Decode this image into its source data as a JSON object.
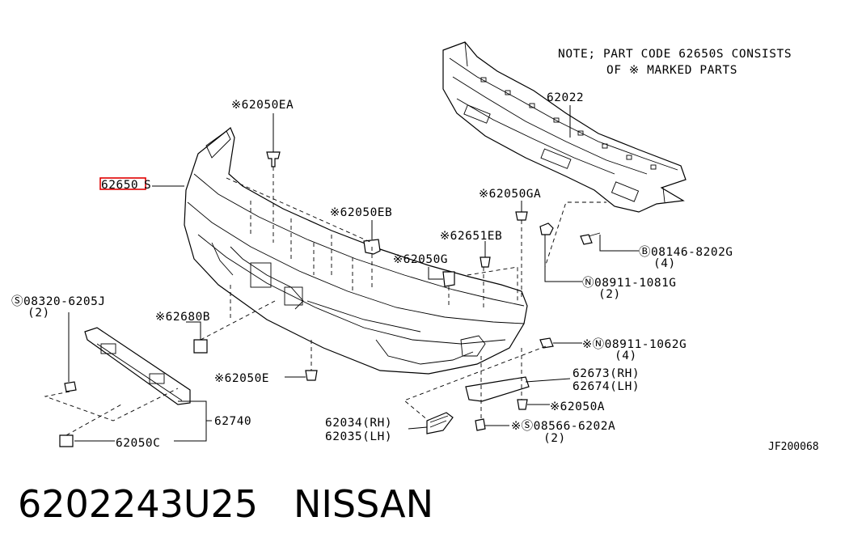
{
  "note": {
    "line1": "NOTE; PART CODE 62650S CONSISTS",
    "line2": "OF ※ MARKED PARTS"
  },
  "labels": {
    "p62022": "62022",
    "p62050EA": "※62050EA",
    "p62650S_hl": "62650",
    "p62650S_suffix": "S",
    "p62050EB": "※62050EB",
    "p62050GA": "※62050GA",
    "p62651EB": "※62651EB",
    "p62050G": "※62050G",
    "p08146": "Ⓑ08146-8202G",
    "p08146_qty": "(4)",
    "p08911_1081": "Ⓝ08911-1081G",
    "p08911_1081_qty": "(2)",
    "p08320": "Ⓢ08320-6205J",
    "p08320_qty": "(2)",
    "p62680B": "※62680B",
    "p08911_1062": "※Ⓝ08911-1062G",
    "p08911_1062_qty": "(4)",
    "p62050E": "※62050E",
    "p62673": "62673(RH)",
    "p62674": "62674(LH)",
    "p62050A": "※62050A",
    "p62740": "62740",
    "p62034": "62034(RH)",
    "p62035": "62035(LH)",
    "p08566": "※Ⓢ08566-6202A",
    "p08566_qty": "(2)",
    "p62050C": "62050C",
    "drawing_code": "JF200068"
  },
  "footer": {
    "part_number": "6202243U25",
    "brand": "NISSAN"
  },
  "colors": {
    "highlight": "#e00000",
    "line": "#000000",
    "background": "#ffffff"
  }
}
